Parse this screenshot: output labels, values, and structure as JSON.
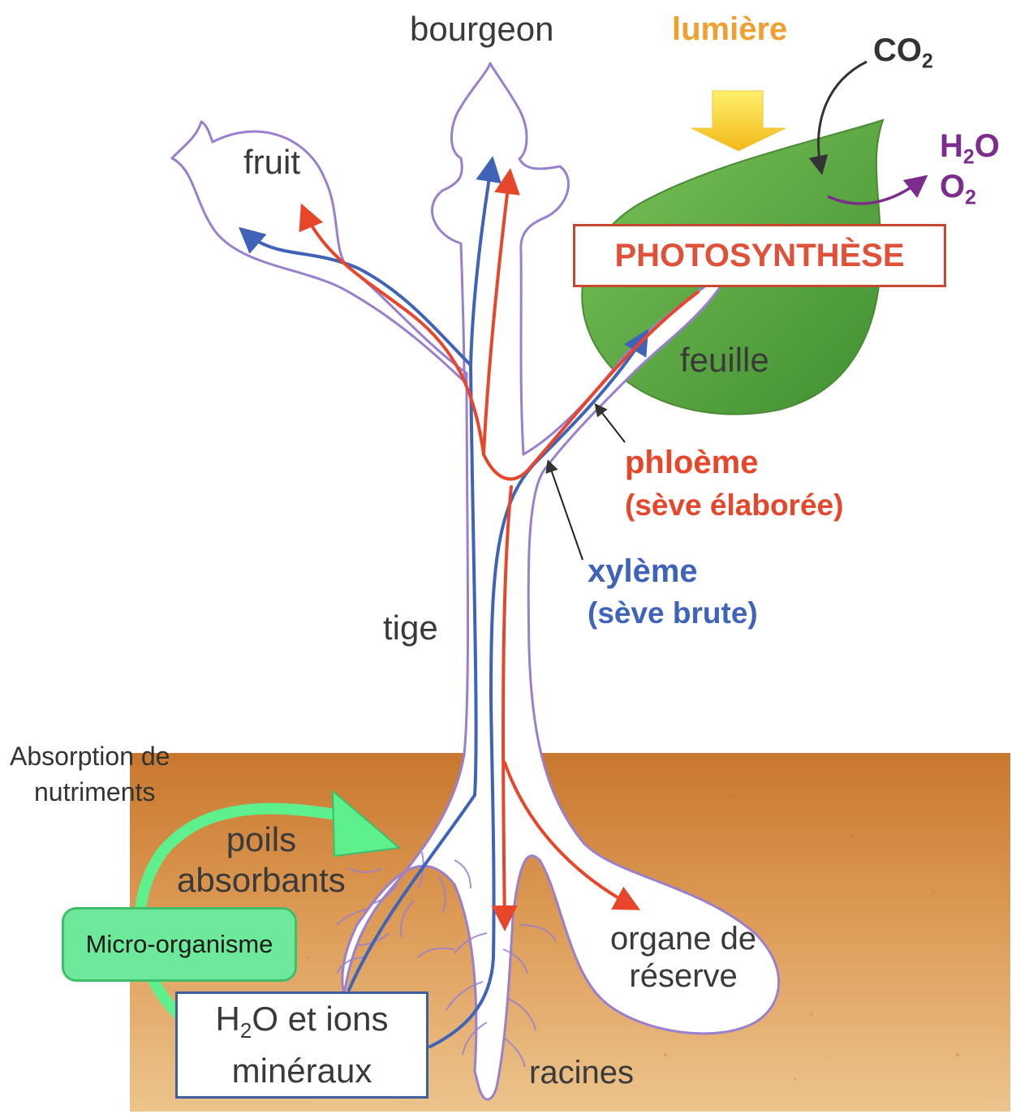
{
  "labels": {
    "bourgeon": "bourgeon",
    "lumiere": "lumière",
    "co2_main": "CO",
    "co2_sub": "2",
    "h2o_main_h": "H",
    "h2o_sub": "2",
    "h2o_main_o": "O",
    "o2_main": "O",
    "o2_sub": "2",
    "fruit": "fruit",
    "photosynthese": "PHOTOSYNTHÈSE",
    "feuille": "feuille",
    "phloeme": "phloème",
    "phloeme_detail": "(sève élaborée)",
    "xyleme": "xylème",
    "xyleme_detail": "(sève brute)",
    "tige": "tige",
    "absorption_line1": "Absorption de",
    "absorption_line2": "nutriments",
    "poils_line1": "poils",
    "poils_line2": "absorbants",
    "micro": "Micro-organisme",
    "ions_h": "H",
    "ions_sub": "2",
    "ions_rest": "O et ions",
    "ions_line2": "minéraux",
    "organe_line1": "organe de",
    "organe_line2": "réserve",
    "racines": "racines"
  },
  "colors": {
    "xylem": "#3f63b8",
    "phloem": "#e8462a",
    "plant_outline": "#9a7fcf",
    "leaf": "#5aa640",
    "soil": "#d9924a",
    "green_arrow": "#5ff08e",
    "purple_gas": "#7b2c8c",
    "light_label": "#f0a030"
  }
}
